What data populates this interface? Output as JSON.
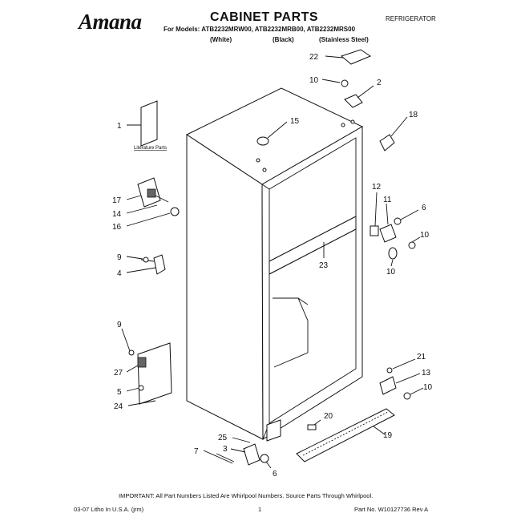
{
  "header": {
    "brand": "Amana",
    "title": "CABINET PARTS",
    "category": "REFRIGERATOR",
    "models_line": "For Models: ATB2232MRW00, ATB2232MRB00, ATB2232MRS00",
    "variants": [
      "(White)",
      "(Black)",
      "(Stainless Steel)"
    ]
  },
  "diagram": {
    "literature_label": "Literature Parts",
    "callouts": [
      "1",
      "2",
      "3",
      "4",
      "5",
      "6",
      "6",
      "7",
      "9",
      "9",
      "10",
      "10",
      "10",
      "10",
      "11",
      "12",
      "13",
      "14",
      "15",
      "16",
      "17",
      "18",
      "19",
      "20",
      "21",
      "22",
      "23",
      "24",
      "25",
      "27"
    ]
  },
  "footer": {
    "important_note": "IMPORTANT: All Part Numbers Listed Are Whirlpool Numbers. Source Parts Through Whirlpool.",
    "printed": "03-07 Litho In U.S.A. (jrm)",
    "page": "1",
    "part_number": "Part No. W10127736 Rev A"
  },
  "colors": {
    "ink": "#111111",
    "paper": "#ffffff"
  }
}
